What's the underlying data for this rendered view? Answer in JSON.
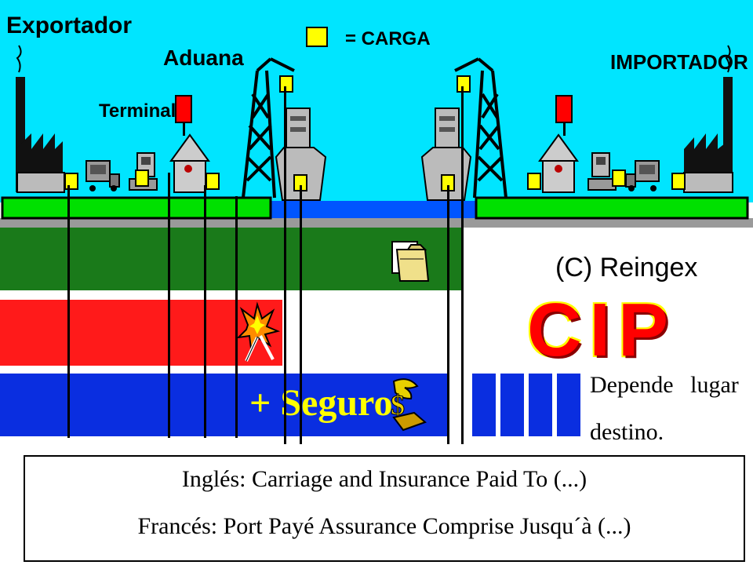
{
  "labels": {
    "exportador": "Exportador",
    "aduana": "Aduana",
    "terminal": "Terminal",
    "carga_legend": "= CARGA",
    "importador": "IMPORTADOR",
    "copyright": "(C) Reingex",
    "term": "CIP",
    "seguro": "+ Seguro",
    "depende_line1": "Depende lugar de",
    "depende_line2": "destino."
  },
  "translations": {
    "ingles": "Inglés: Carriage and Insurance Paid To (...)",
    "frances": "Francés: Port Payé Assurance Comprise Jusqu´à (...)"
  },
  "colors": {
    "sky": "#00e5ff",
    "land": "#00e000",
    "water": "#0055ff",
    "band_green": "#1a7a1a",
    "band_red": "#ff1a1a",
    "band_blue": "#0a2ee0",
    "cargo": "#ffff00",
    "term_red": "#ff0000"
  },
  "icons": {
    "folder": "folder-icon",
    "explosion": "risk-explosion-icon",
    "money": "money-bag-icon"
  }
}
